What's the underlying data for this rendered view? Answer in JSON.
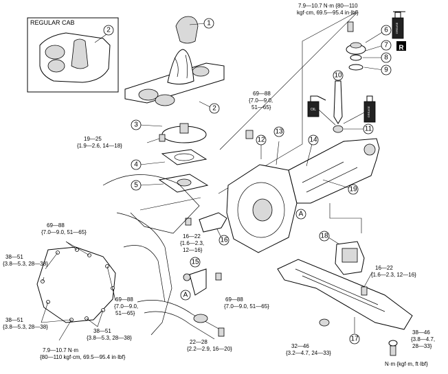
{
  "inset": {
    "title": "REGULAR CAB"
  },
  "callouts": [
    "1",
    "2",
    "2",
    "3",
    "4",
    "5",
    "6",
    "7",
    "8",
    "9",
    "10",
    "11",
    "12",
    "13",
    "14",
    "15",
    "16",
    "17",
    "18",
    "19"
  ],
  "point_markers": [
    "A",
    "A"
  ],
  "sheet_badge": "R",
  "can_labels": {
    "grease1": "GREASE",
    "grease2": "GREASE",
    "oil": "OIL"
  },
  "torque": {
    "t1": [
      "7.9—10.7 N·m {80—110",
      "kgf·cm, 69.5—95.4 in·lbf}"
    ],
    "t2": [
      "69—88",
      "{7.0—9.0,",
      "51—65}"
    ],
    "t3": [
      "19—25",
      "{1.9—2.6, 14—18}"
    ],
    "t4": [
      "16—22",
      "{1.6—2.3,",
      "12—16}"
    ],
    "t5": [
      "69—88",
      "{7.0—9.0, 51—65}"
    ],
    "t6": [
      "38—51",
      "{3.8—5.3, 28—38}"
    ],
    "t7": [
      "69—88",
      "{7.0—9.0,",
      "51—65}"
    ],
    "t8": [
      "38—51",
      "{3.8—5.3, 28—38}"
    ],
    "t9": [
      "38—51",
      "{3.8—5.3, 28—38}"
    ],
    "t10": [
      "7.9—10.7 N·m",
      "{80—110 kgf·cm, 69.5—95.4 in·lbf}"
    ],
    "t11": [
      "69—88",
      "{7.0—9.0, 51—65}"
    ],
    "t12": [
      "22—28",
      "{2.2—2.9, 16—20}"
    ],
    "t13": [
      "16—22",
      "{1.6—2.3, 12—16}"
    ],
    "t14": [
      "32—46",
      "{3.2—4.7, 24—33}"
    ],
    "t15": [
      "38—46",
      "{3.8—4.7,",
      "28—33}"
    ]
  },
  "units_note": "N·m {kgf·m, ft·lbf}"
}
